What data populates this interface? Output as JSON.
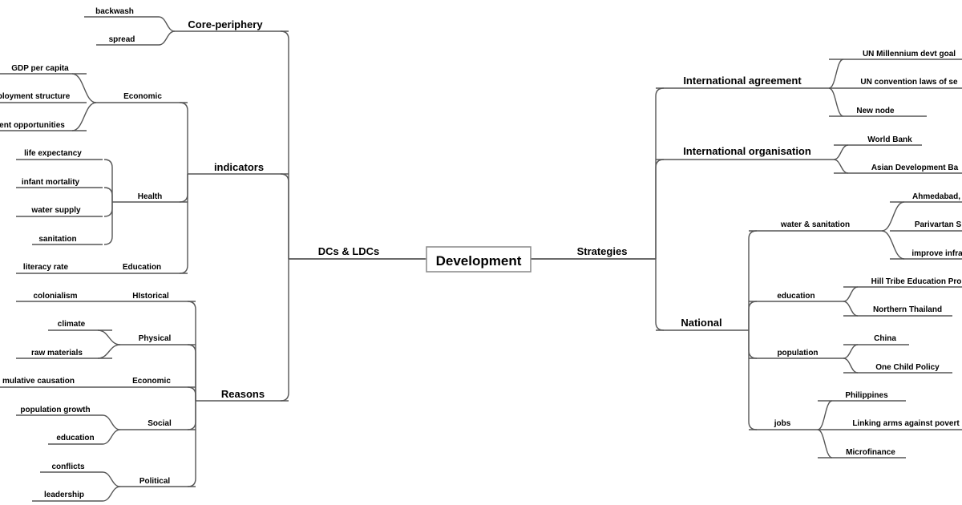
{
  "root": "Development",
  "branches": {
    "dcs": "DCs & LDCs",
    "core": "Core-periphery",
    "backwash": "backwash",
    "spread": "spread",
    "indicators": "indicators",
    "economic": "Economic",
    "gdp": "GDP per capita",
    "employment": "ployment structure",
    "opportunities": "ent opportunities",
    "health": "Health",
    "life": "life expectancy",
    "infant": "infant mortality",
    "water": "water supply",
    "sanitation": "sanitation",
    "education": "Education",
    "literacy": "literacy rate",
    "reasons": "Reasons",
    "historical": "HIstorical",
    "colonialism": "colonialism",
    "physical": "Physical",
    "climate": "climate",
    "raw": "raw materials",
    "economic2": "Economic",
    "cumulative": "mulative causation",
    "social": "Social",
    "popgrowth": "population growth",
    "education2": "education",
    "political": "Political",
    "conflicts": "conflicts",
    "leadership": "leadership",
    "strategies": "Strategies",
    "intl_agreement": "International agreement",
    "un_mdg": "UN Millennium devt goal",
    "un_conv": "UN convention laws of se",
    "new_node": "New node",
    "intl_org": "International organisation",
    "world_bank": "World Bank",
    "adb": "Asian Development Ba",
    "national": "National",
    "water_san": "water & sanitation",
    "ahmedabad": "Ahmedabad,",
    "parivartan": "Parivartan S",
    "improve": "improve infra",
    "education3": "education",
    "hill_tribe": "Hill Tribe Education Pro",
    "thailand": "Northern Thailand",
    "population": "population",
    "china": "China",
    "one_child": "One Child Policy",
    "jobs": "jobs",
    "philippines": "Philippines",
    "linking": "Linking arms against povert",
    "microfinance": "Microfinance"
  }
}
